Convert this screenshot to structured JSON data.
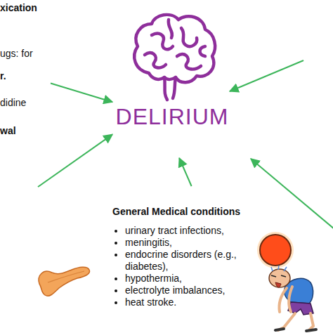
{
  "diagram": {
    "nodes": [
      {
        "text": [
          "DELIRIUM"
        ]
      },
      {
        "text": [
          "xication",
          "ugs: for",
          "r.",
          "didine"
        ]
      },
      {
        "text": [
          "wal"
        ]
      },
      {
        "text": [
          "General Medical conditions",
          "urinary tract infections,",
          "meningitis,",
          "endocrine disorders (e.g., diabetes),",
          "hypothermia,",
          "electrolyte imbalances,",
          "heat stroke."
        ]
      }
    ],
    "edges": [
      {
        "from": 1,
        "to": 0,
        "arrow": "to"
      },
      {
        "from": 2,
        "to": 0,
        "arrow": "to"
      },
      {
        "from": 3,
        "to": 0,
        "arrow": "to"
      }
    ]
  }
}
